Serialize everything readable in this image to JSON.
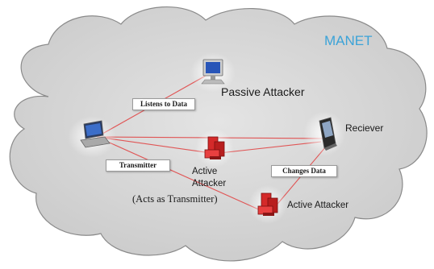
{
  "network_label": "MANET",
  "nodes": {
    "passive_attacker": "Passive Attacker",
    "receiver": "Reciever",
    "active_attacker_1": "Active Attacker",
    "active_attacker_1_note": "(Acts as Transmitter)",
    "active_attacker_2": "Active Attacker"
  },
  "link_labels": {
    "listens": "Listens to Data",
    "transmitter": "Transmitter",
    "changes": "Changes Data"
  },
  "colors": {
    "cloud_fill": "#d4d4d4",
    "cloud_stroke": "#8a8a8a",
    "link": "#e05555",
    "manet_text": "#3ba3d8",
    "attacker": "#d42a2a"
  },
  "icons": {
    "transmitter": "laptop-icon",
    "passive": "monitor-icon",
    "receiver": "pda-icon",
    "attacker": "attacker-computer-icon"
  }
}
